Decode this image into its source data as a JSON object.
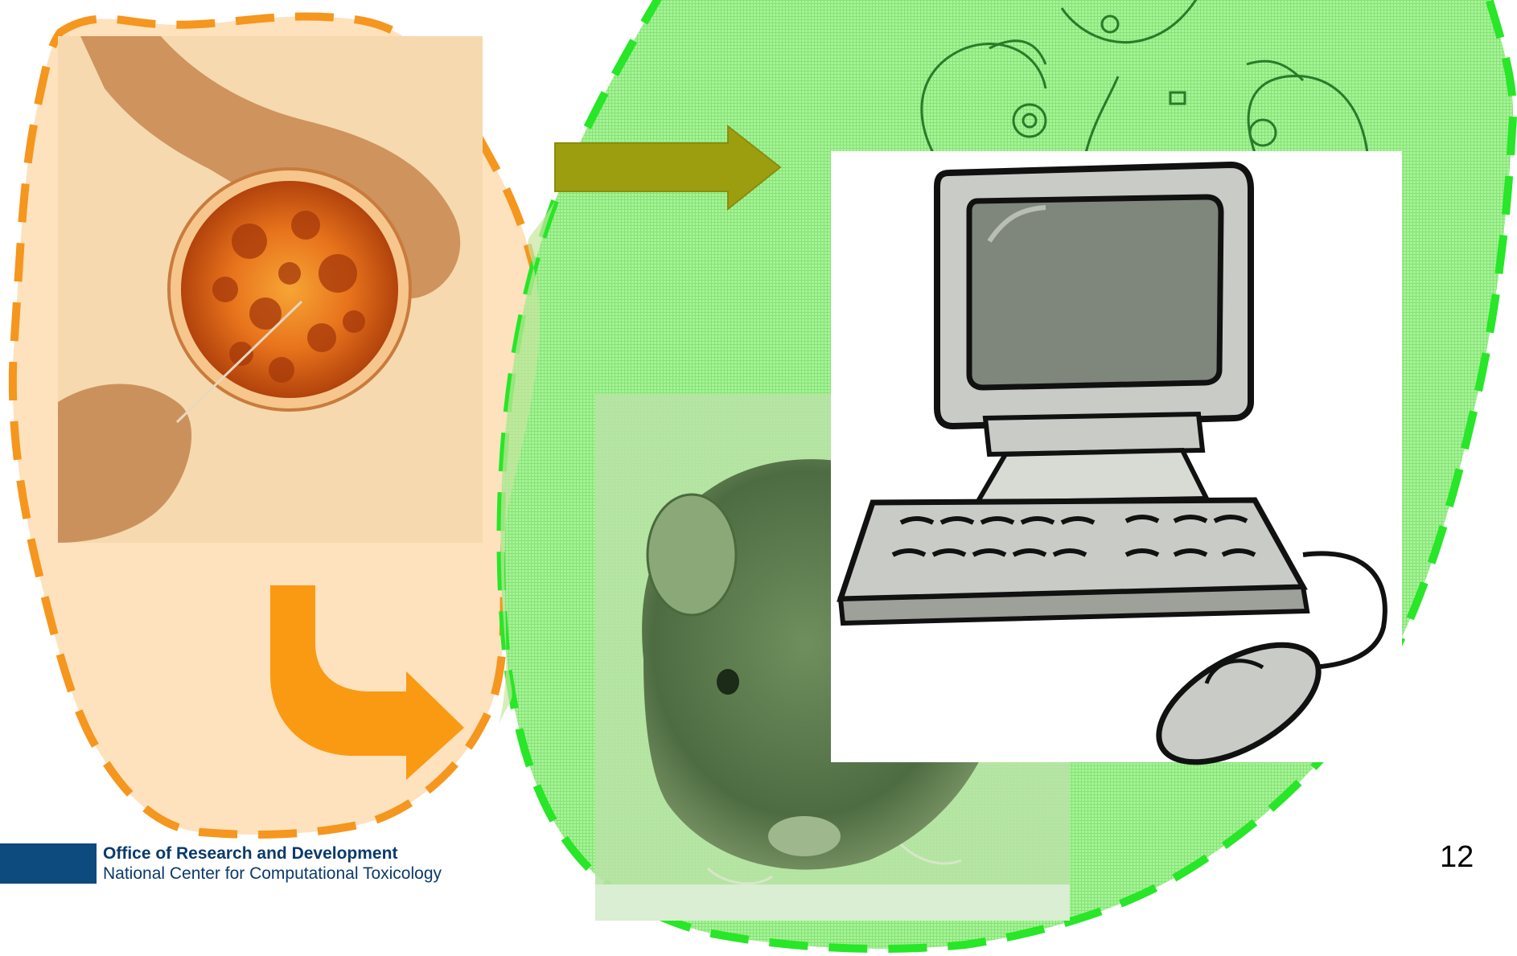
{
  "slide": {
    "page_number": "12",
    "footer": {
      "org_name": "Office of Research and Development",
      "center_name": "National Center for Computational Toxicology"
    }
  },
  "colors": {
    "orange_region_fill": "#fde2bd",
    "orange_dash": "#f5961e",
    "green_region_fill": "#9ff28f",
    "green_dash": "#28e628",
    "arrow_right_fill": "#9c9e10",
    "arrow_curve_fill": "#f99a12",
    "footer_bar": "#0d4a7d",
    "footer_text": "#0a3a6c"
  },
  "icons": {
    "petri_dish": "petri-dish-photo-icon",
    "lab_rat": "lab-rat-photo-icon",
    "computer": "desktop-computer-icon",
    "children": "children-sketch-icon"
  }
}
